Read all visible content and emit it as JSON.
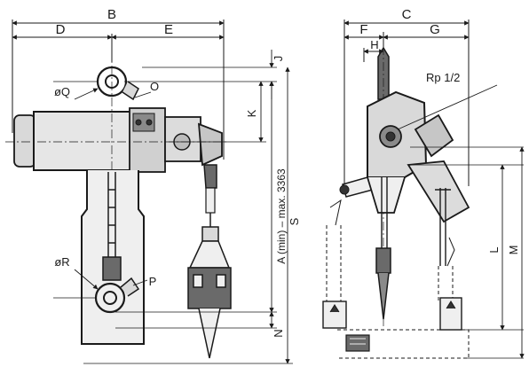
{
  "labels": {
    "B": "B",
    "C": "C",
    "D": "D",
    "E": "E",
    "F": "F",
    "G": "G",
    "H": "H",
    "J": "J",
    "K": "K",
    "L": "L",
    "M": "M",
    "N": "N",
    "O": "O",
    "P": "P",
    "S": "S",
    "Q": "øQ",
    "R": "øR",
    "A": "A (min) – max. 3363",
    "Rp": "Rp 1/2"
  },
  "colors": {
    "ink": "#1a1a1a",
    "body_fill": "#d9d9d9",
    "dark_fill": "#6a6a6a",
    "light_fill": "#efefef"
  }
}
